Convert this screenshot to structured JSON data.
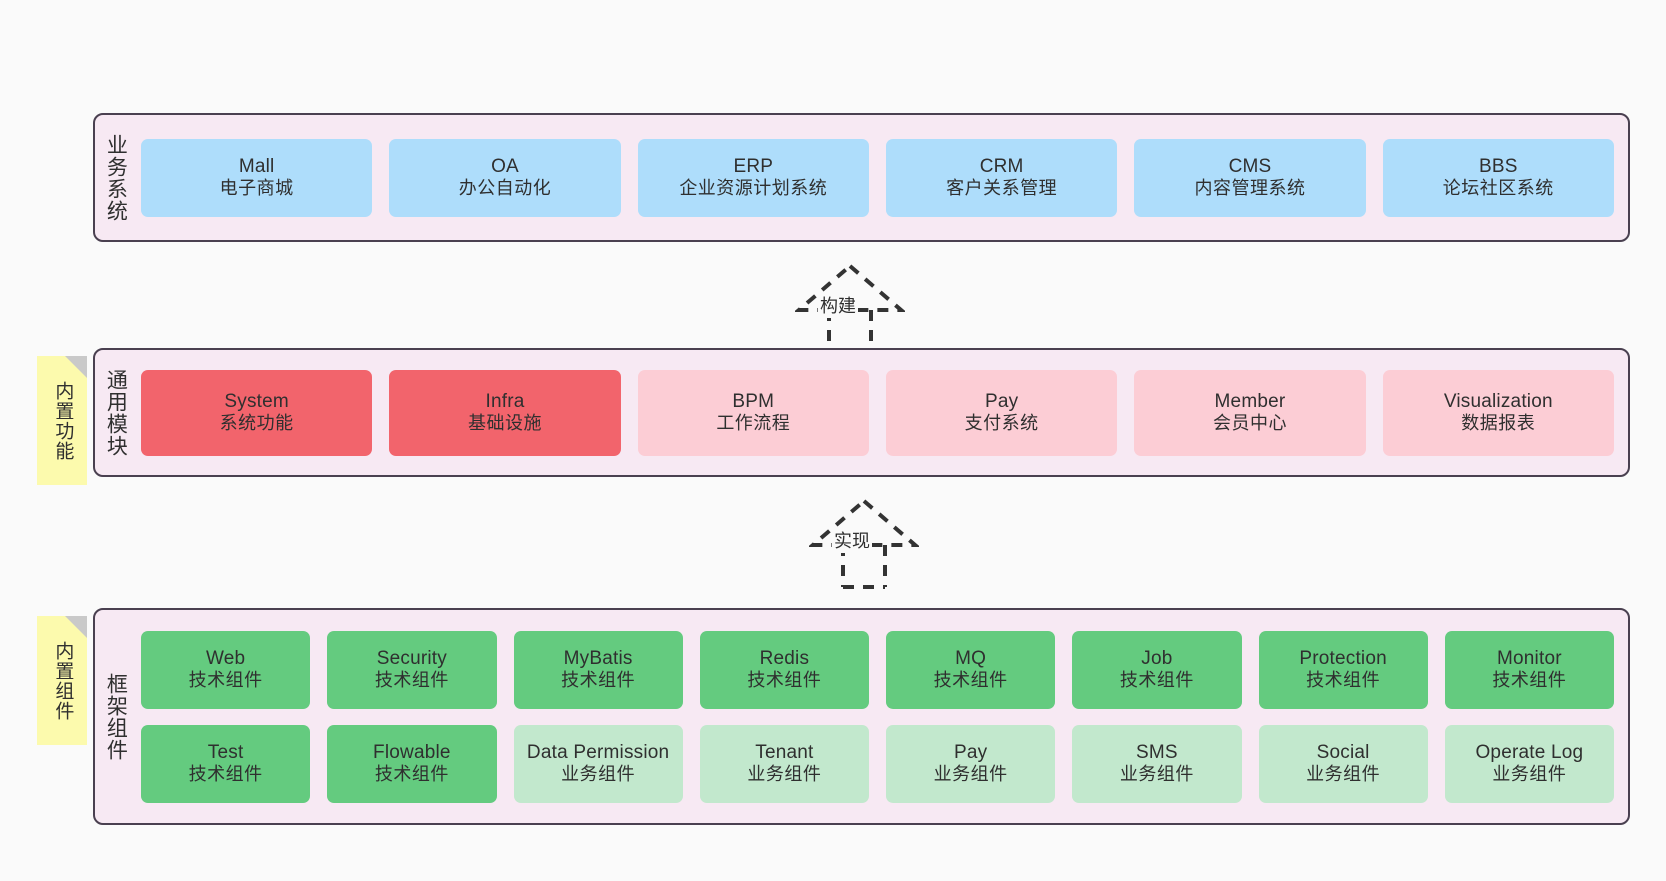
{
  "canvas": {
    "background": "#fafafa",
    "layer_fill": "#f7e9f3",
    "layer_stroke": "#4a4050",
    "sticky_fill": "#fcfaad",
    "sticky_fold": "#c9c9c9"
  },
  "layers": [
    {
      "id": "business-systems",
      "title": "业务系统",
      "accent": "#aeddfb",
      "rows": [
        {
          "nodes": [
            {
              "en": "Mall",
              "cn": "电子商城",
              "color": "#aeddfb",
              "style": "blue"
            },
            {
              "en": "OA",
              "cn": "办公自动化",
              "color": "#aeddfb",
              "style": "blue"
            },
            {
              "en": "ERP",
              "cn": "企业资源计划系统",
              "color": "#aeddfb",
              "style": "blue"
            },
            {
              "en": "CRM",
              "cn": "客户关系管理",
              "color": "#aeddfb",
              "style": "blue"
            },
            {
              "en": "CMS",
              "cn": "内容管理系统",
              "color": "#aeddfb",
              "style": "blue"
            },
            {
              "en": "BBS",
              "cn": "论坛社区系统",
              "color": "#aeddfb",
              "style": "blue"
            }
          ]
        }
      ]
    },
    {
      "id": "common-modules",
      "title": "通用模块",
      "sticky": "内置功能",
      "accent": "#f2646c",
      "rows": [
        {
          "nodes": [
            {
              "en": "System",
              "cn": "系统功能",
              "color": "#f2646c",
              "style": "red"
            },
            {
              "en": "Infra",
              "cn": "基础设施",
              "color": "#f2646c",
              "style": "red"
            },
            {
              "en": "BPM",
              "cn": "工作流程",
              "color": "#fccdd5",
              "style": "pink"
            },
            {
              "en": "Pay",
              "cn": "支付系统",
              "color": "#fccdd5",
              "style": "pink"
            },
            {
              "en": "Member",
              "cn": "会员中心",
              "color": "#fccdd5",
              "style": "pink"
            },
            {
              "en": "Visualization",
              "cn": "数据报表",
              "color": "#fccdd5",
              "style": "pink"
            }
          ]
        }
      ]
    },
    {
      "id": "framework-components",
      "title": "框架组件",
      "sticky": "内置组件",
      "accent": "#64cb7f",
      "rows": [
        {
          "nodes": [
            {
              "en": "Web",
              "cn": "技术组件",
              "color": "#64cb7f",
              "style": "green"
            },
            {
              "en": "Security",
              "cn": "技术组件",
              "color": "#64cb7f",
              "style": "green"
            },
            {
              "en": "MyBatis",
              "cn": "技术组件",
              "color": "#64cb7f",
              "style": "green"
            },
            {
              "en": "Redis",
              "cn": "技术组件",
              "color": "#64cb7f",
              "style": "green"
            },
            {
              "en": "MQ",
              "cn": "技术组件",
              "color": "#64cb7f",
              "style": "green"
            },
            {
              "en": "Job",
              "cn": "技术组件",
              "color": "#64cb7f",
              "style": "green"
            },
            {
              "en": "Protection",
              "cn": "技术组件",
              "color": "#64cb7f",
              "style": "green"
            },
            {
              "en": "Monitor",
              "cn": "技术组件",
              "color": "#64cb7f",
              "style": "green"
            }
          ]
        },
        {
          "nodes": [
            {
              "en": "Test",
              "cn": "技术组件",
              "color": "#64cb7f",
              "style": "green"
            },
            {
              "en": "Flowable",
              "cn": "技术组件",
              "color": "#64cb7f",
              "style": "green"
            },
            {
              "en": "Data Permission",
              "cn": "业务组件",
              "color": "#c2e8cd",
              "style": "lightgreen"
            },
            {
              "en": "Tenant",
              "cn": "业务组件",
              "color": "#c2e8cd",
              "style": "lightgreen"
            },
            {
              "en": "Pay",
              "cn": "业务组件",
              "color": "#c2e8cd",
              "style": "lightgreen"
            },
            {
              "en": "SMS",
              "cn": "业务组件",
              "color": "#c2e8cd",
              "style": "lightgreen"
            },
            {
              "en": "Social",
              "cn": "业务组件",
              "color": "#c2e8cd",
              "style": "lightgreen"
            },
            {
              "en": "Operate Log",
              "cn": "业务组件",
              "color": "#c2e8cd",
              "style": "lightgreen"
            }
          ]
        }
      ]
    }
  ],
  "connectors": [
    {
      "id": "build",
      "label": "构建",
      "from": "common-modules",
      "to": "business-systems",
      "kind": "generalization-dashed"
    },
    {
      "id": "implement",
      "label": "实现",
      "from": "framework-components",
      "to": "common-modules",
      "kind": "generalization-dashed"
    }
  ]
}
